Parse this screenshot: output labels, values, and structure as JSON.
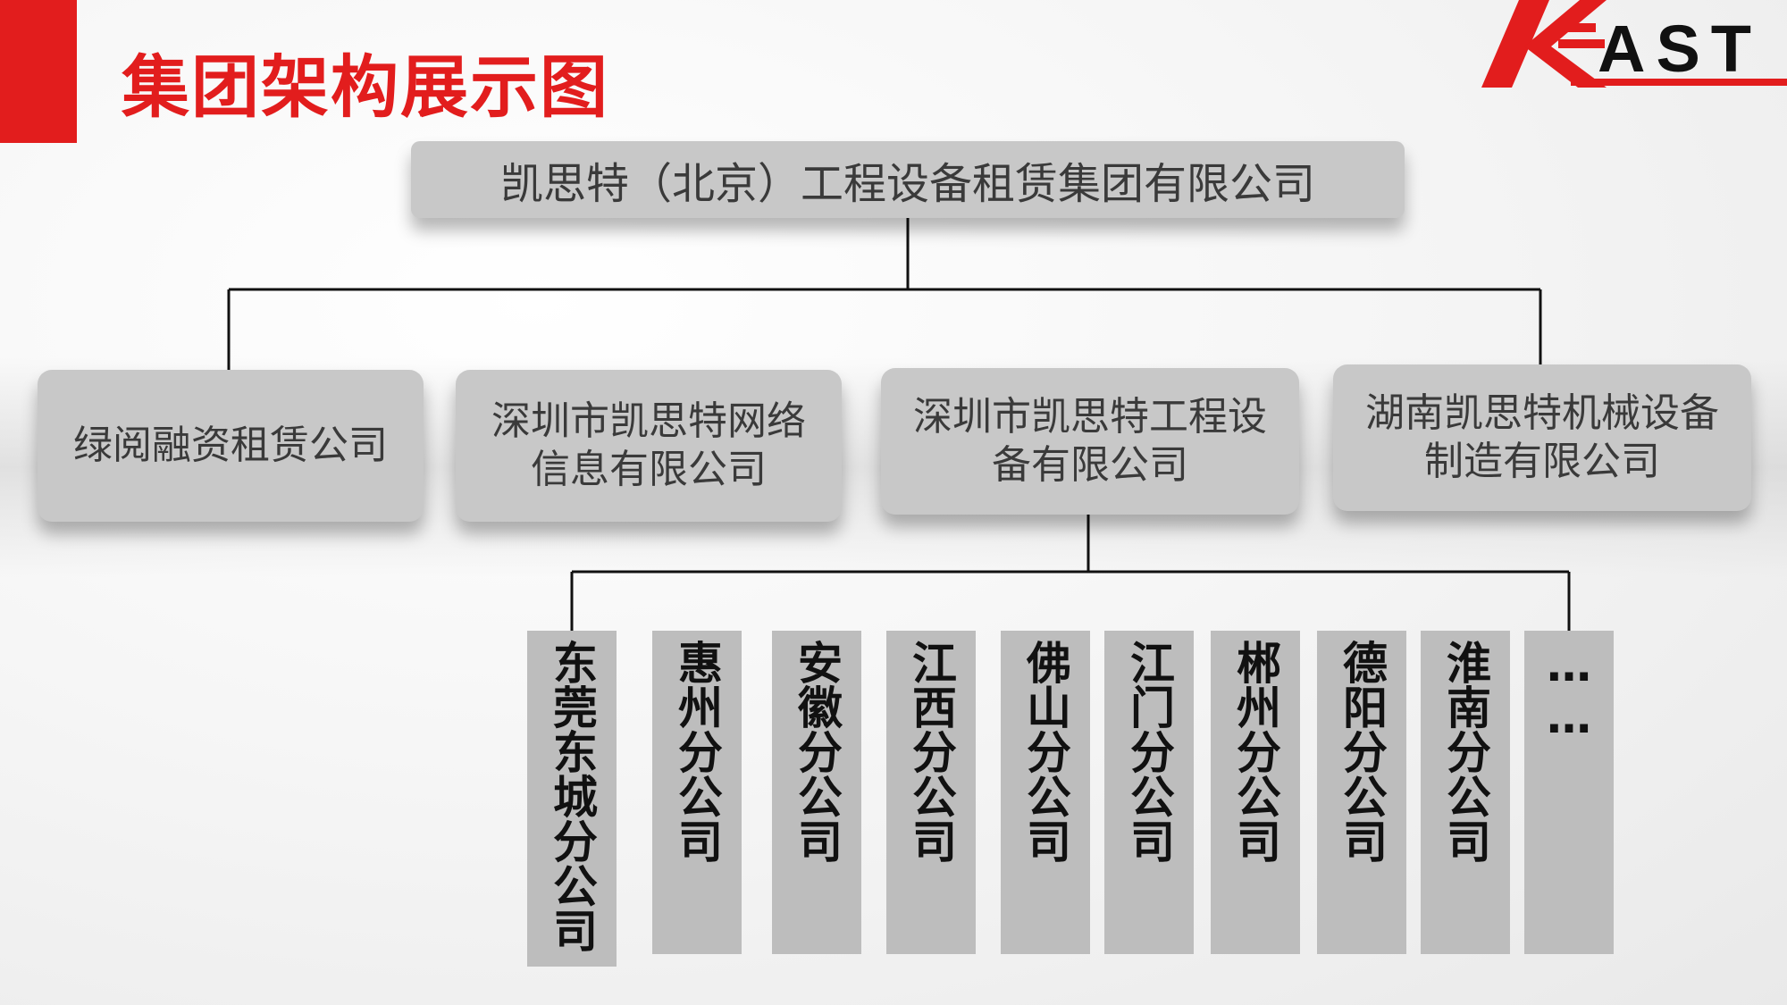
{
  "title": "集团架构展示图",
  "logo": {
    "text": "AST",
    "brand_color": "#e21d1d"
  },
  "accent_color": "#e21d1d",
  "root": "凯思特（北京）工程设备租赁集团有限公司",
  "subsidiaries": [
    "绿阅融资租赁公司",
    "深圳市凯思特网络信息有限公司",
    "深圳市凯思特工程设备有限公司",
    "湖南凯思特机械设备制造有限公司"
  ],
  "branches": [
    "东莞东城分公司",
    "惠州分公司",
    "安徽分公司",
    "江西分公司",
    "佛山分公司",
    "江门分公司",
    "郴州分公司",
    "德阳分公司",
    "淮南分公司",
    "……"
  ]
}
